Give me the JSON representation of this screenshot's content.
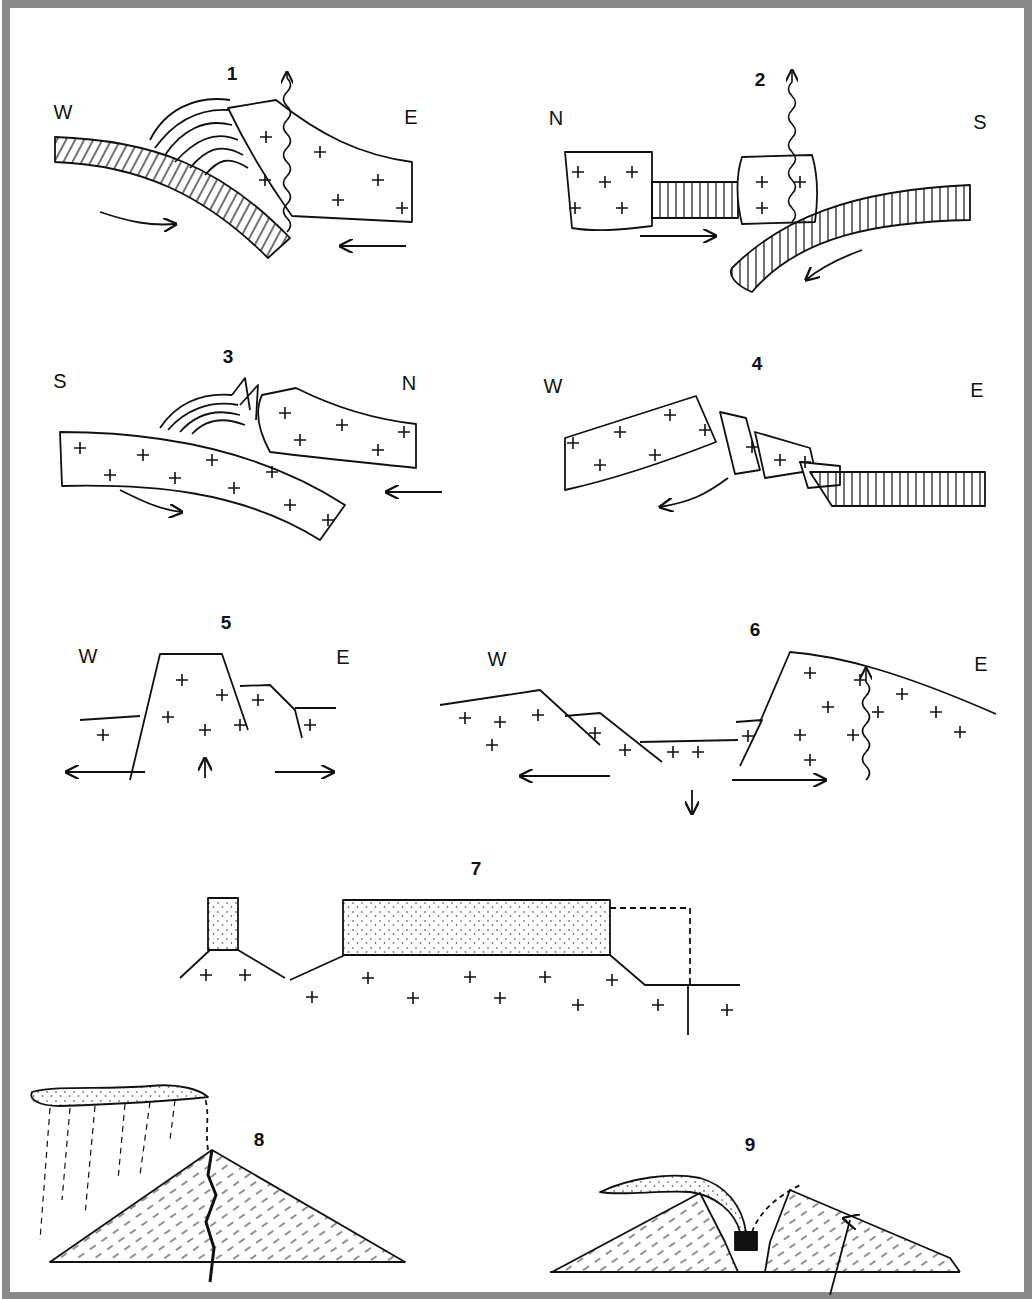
{
  "diagram": {
    "labels": [
      "1",
      "W",
      "E",
      "2",
      "N",
      "S",
      "3",
      "S",
      "N",
      "4",
      "W",
      "E",
      "5",
      "W",
      "E",
      "6",
      "W",
      "E",
      "7",
      "8",
      "9"
    ]
  }
}
